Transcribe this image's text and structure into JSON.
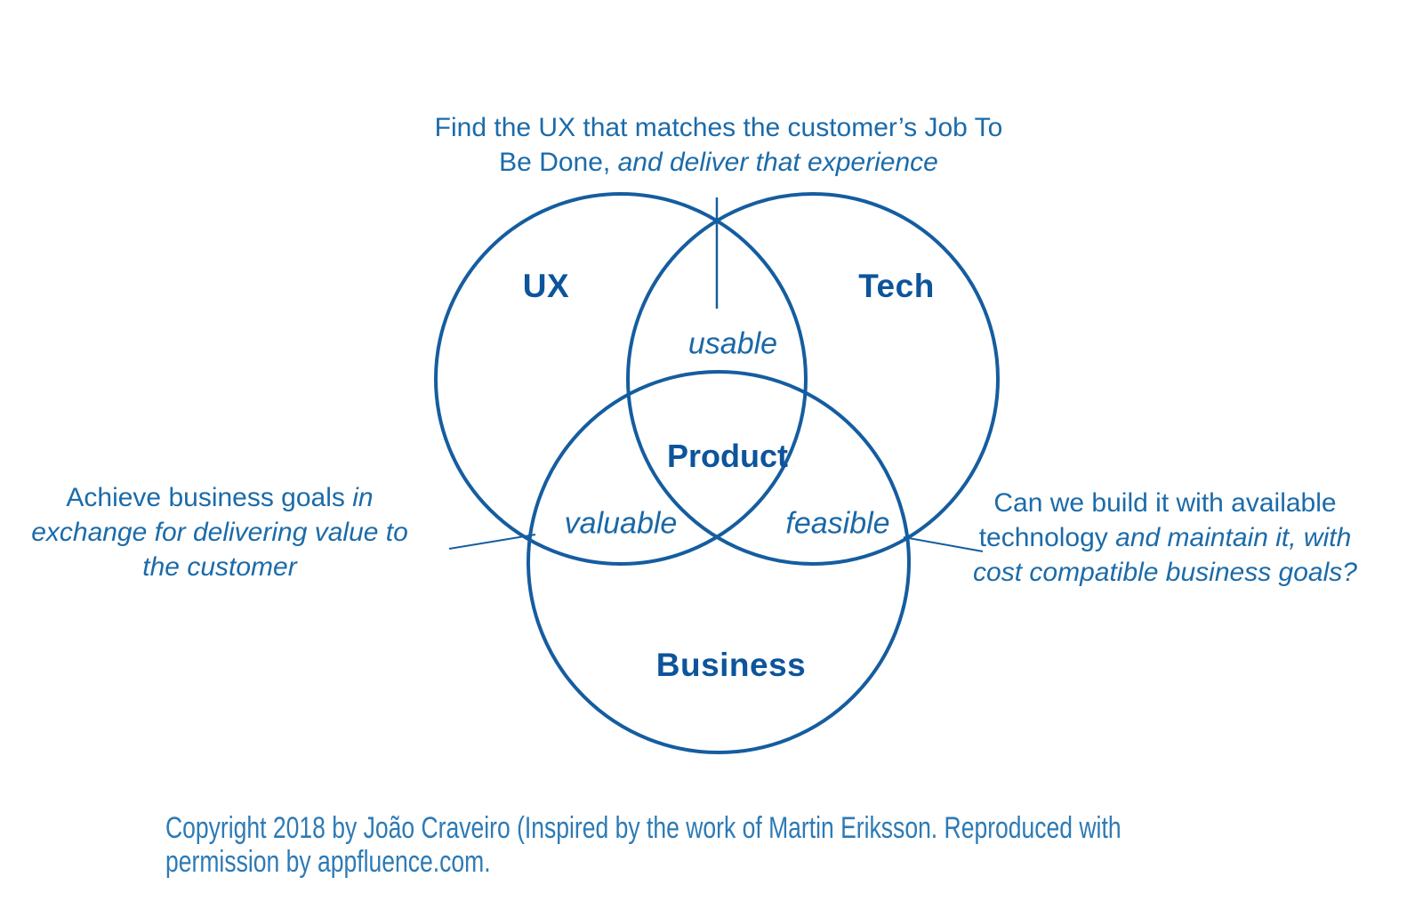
{
  "page": {
    "background": "#ffffff"
  },
  "colors": {
    "circle_stroke": "#155d9f",
    "bold_label": "#0d549b",
    "italic_label": "#1b68a7",
    "annotation_text": "#1b6ba9",
    "copyright_text": "#2d7ab5"
  },
  "venn": {
    "circles": [
      {
        "id": "ux",
        "label": "UX"
      },
      {
        "id": "tech",
        "label": "Tech"
      },
      {
        "id": "business",
        "label": "Business"
      }
    ],
    "intersections": {
      "ux_tech": "usable",
      "ux_business": "valuable",
      "tech_business": "feasible",
      "center": "Product"
    }
  },
  "annotations": {
    "top": {
      "line1": "Find the UX that matches the customer’s Job To",
      "line2_regular": "Be Done, ",
      "line2_italic": "and deliver that experience"
    },
    "left": {
      "line1_regular": "Achieve business goals ",
      "line1_italic": "in",
      "line2_italic": "exchange for delivering value to",
      "line3_italic": "the customer"
    },
    "right": {
      "line1": "Can we build it with available",
      "line2_regular": "technology ",
      "line2_italic": "and maintain it, with",
      "line3_italic": "cost compatible business goals?"
    }
  },
  "footer": {
    "line1": "Copyright 2018 by João Craveiro (Inspired by the work of Martin Eriksson. Reproduced with",
    "line2": "permission by appfluence.com."
  }
}
